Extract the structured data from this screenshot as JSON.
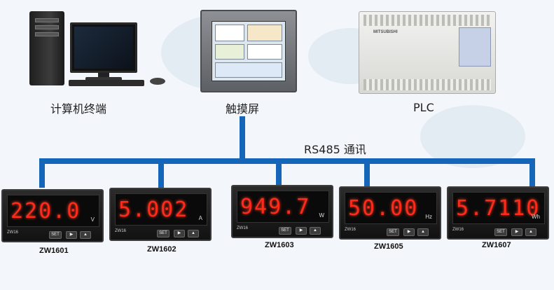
{
  "devices": {
    "computer": {
      "label": "计算机终端",
      "icon": "computer-icon"
    },
    "touchscreen": {
      "label": "触摸屏",
      "icon": "touchscreen-icon"
    },
    "plc": {
      "label": "PLC",
      "icon": "plc-icon",
      "brand": "MITSUBISHI"
    }
  },
  "bus": {
    "label": "RS485  通讯",
    "color": "#1565b8"
  },
  "meters": [
    {
      "model": "ZW1601",
      "reading": "220.0",
      "unit": "V",
      "brand": "ZW16",
      "set_label": "SET",
      "accent": "#ff2a1a"
    },
    {
      "model": "ZW1602",
      "reading": "5.002",
      "unit": "A",
      "brand": "ZW16",
      "set_label": "SET",
      "accent": "#ff2a1a"
    },
    {
      "model": "ZW1603",
      "reading": "949.7",
      "unit": "W",
      "brand": "ZW16",
      "set_label": "SET",
      "accent": "#ff2a1a"
    },
    {
      "model": "ZW1605",
      "reading": "50.00",
      "unit": "Hz",
      "brand": "ZW16",
      "set_label": "SET",
      "accent": "#ff2a1a"
    },
    {
      "model": "ZW1607",
      "reading": "5.7110",
      "unit": "Wh",
      "brand": "ZW16",
      "set_label": "SET",
      "accent": "#ff2a1a"
    }
  ]
}
